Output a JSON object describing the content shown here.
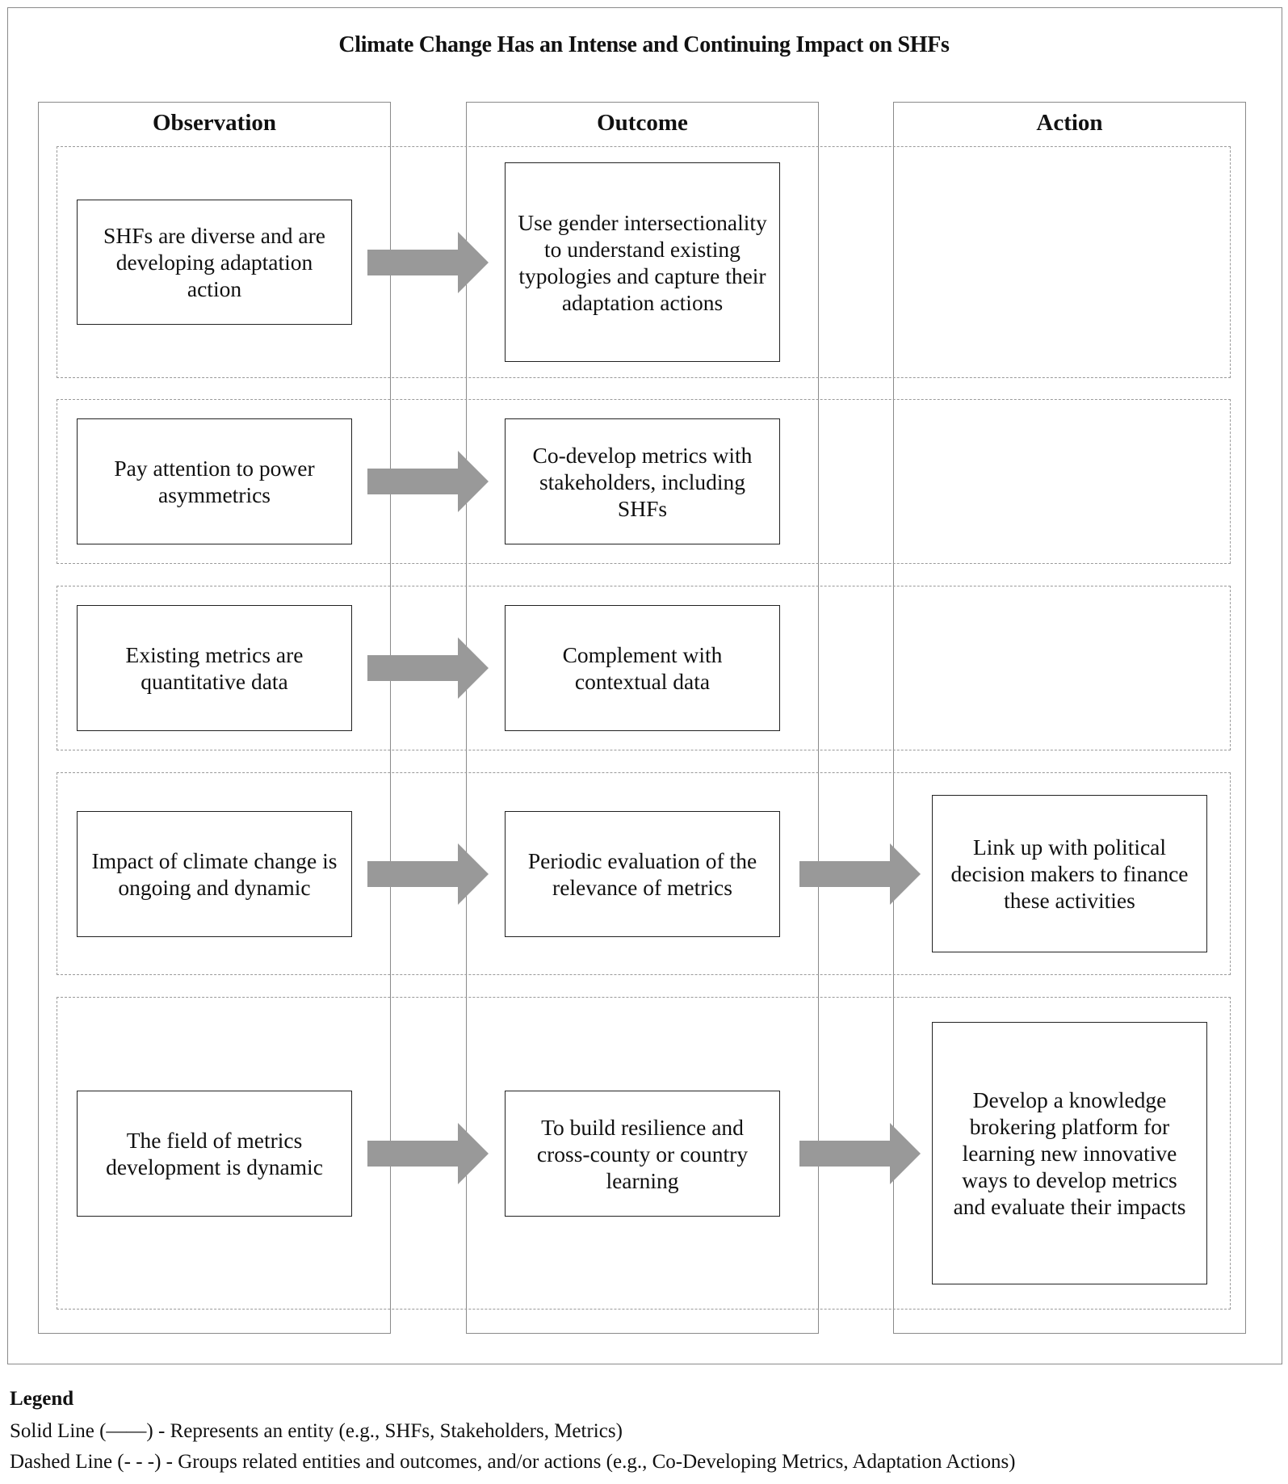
{
  "title": "Climate Change Has an Intense and Continuing Impact on SHFs",
  "columns": {
    "observation": "Observation",
    "outcome": "Outcome",
    "action": "Action"
  },
  "rows": [
    {
      "observation": "SHFs are diverse and are developing adaptation action",
      "outcome": "Use gender intersectionality to understand existing typologies and capture their adaptation actions",
      "action": ""
    },
    {
      "observation": "Pay attention to power asymmetrics",
      "outcome": "Co-develop metrics with stakeholders, including SHFs",
      "action": ""
    },
    {
      "observation": "Existing metrics are quantitative data",
      "outcome": "Complement with contextual data",
      "action": ""
    },
    {
      "observation": "Impact of climate change is ongoing and dynamic",
      "outcome": "Periodic evaluation of the relevance of metrics",
      "action": "Link up with political decision makers to finance these activities"
    },
    {
      "observation": "The field of metrics development is dynamic",
      "outcome": "To build resilience and cross-county or country learning",
      "action": "Develop a knowledge brokering platform for learning new innovative ways to develop metrics and evaluate their impacts"
    }
  ],
  "legend": {
    "title": "Legend",
    "solid": "Solid Line (——) - Represents an entity (e.g., SHFs, Stakeholders, Metrics)",
    "dashed": "Dashed Line (- - -) - Groups related entities and outcomes, and/or actions (e.g., Co-Developing Metrics, Adaptation Actions)"
  },
  "colors": {
    "arrow": "#999999",
    "entity_border": "#222222",
    "group_border": "#9a9a9a"
  }
}
